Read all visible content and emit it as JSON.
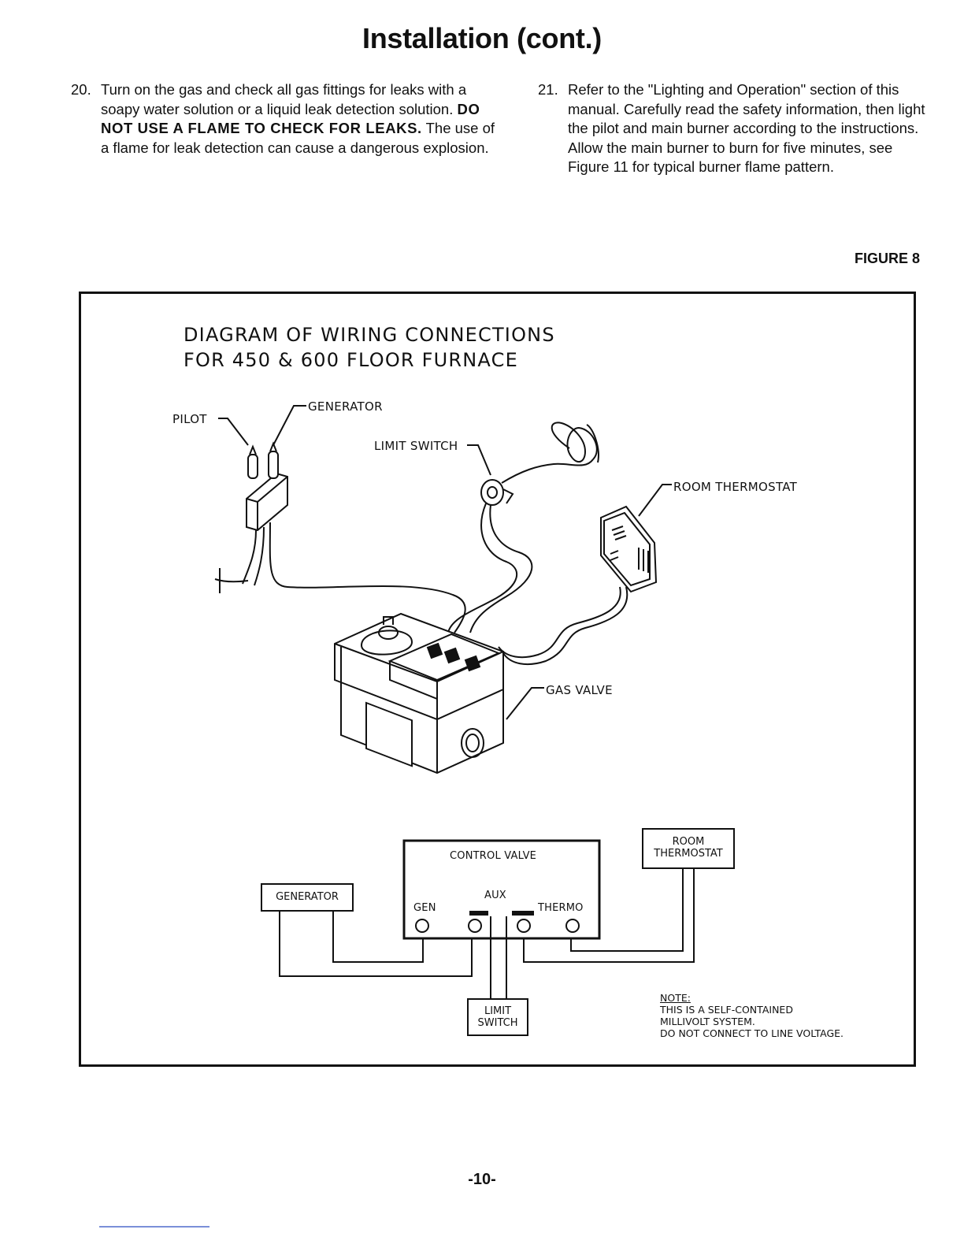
{
  "page": {
    "title": "Installation (cont.)",
    "page_number": "-10-"
  },
  "steps": [
    {
      "number": "20.",
      "text_before": "Turn on the gas and check all gas fittings for leaks with a soapy water solution or a liquid leak detection solution.",
      "warning": "DO NOT USE A FLAME TO CHECK FOR LEAKS.",
      "text_after": "The use of a flame for leak detection can cause a dangerous explosion."
    },
    {
      "number": "21.",
      "text": "Refer to the \"Lighting and Operation\" section of this manual. Carefully read the safety information, then light the pilot and main burner according to the instructions. Allow the main burner to burn for five minutes, see Figure 11 for typical burner flame pattern."
    }
  ],
  "figure": {
    "label": "FIGURE 8",
    "title_line1": "DIAGRAM OF WIRING CONNECTIONS",
    "title_line2": "FOR 450 & 600 FLOOR FURNACE",
    "callouts": {
      "pilot": "PILOT",
      "generator": "GENERATOR",
      "limit_switch": "LIMIT SWITCH",
      "room_thermostat": "ROOM THERMOSTAT",
      "gas_valve": "GAS VALVE"
    },
    "schematic": {
      "control_valve": "CONTROL VALVE",
      "aux": "AUX",
      "gen": "GEN",
      "thermo": "THERMO",
      "generator_box": "GENERATOR",
      "room_line1": "ROOM",
      "room_line2": "THERMOSTAT",
      "limit_line1": "LIMIT",
      "limit_line2": "SWITCH"
    },
    "note": {
      "heading": "NOTE:",
      "line1": "THIS IS A SELF-CONTAINED",
      "line2": "MILLIVOLT SYSTEM.",
      "line3": "DO NOT CONNECT TO LINE VOLTAGE."
    }
  }
}
